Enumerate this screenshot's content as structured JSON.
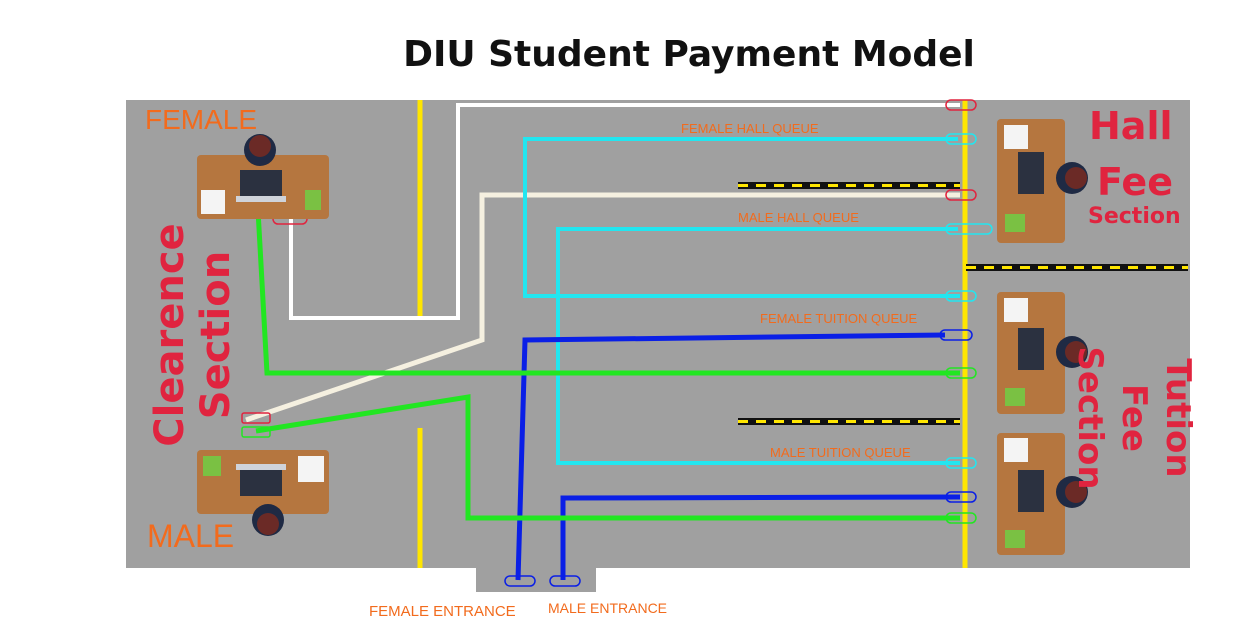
{
  "title": "DIU Student Payment Model",
  "labels": {
    "female_desk": "FEMALE",
    "male_desk": "MALE",
    "clearance_section": "Clearence Section",
    "hall_fee_1": "Hall",
    "hall_fee_2": "Fee",
    "hall_fee_3": "Section",
    "tuition_fee": "Tution Fee Section",
    "female_hall_queue": "FEMALE HALL QUEUE",
    "male_hall_queue": "MALE HALL QUEUE",
    "female_tuition_queue": "FEMALE TUITION QUEUE",
    "male_tuition_queue": "MALE TUITION QUEUE",
    "female_entrance": "FEMALE ENTRANCE",
    "male_entrance": "MALE ENTRANCE"
  },
  "colors": {
    "floor": "#a0a0a0",
    "female_hall_path": "#ffffff",
    "male_hall_path": "#f5f0e0",
    "hall_queue": "#22e6f0",
    "tuition_queue": "#0a1fe6",
    "clearance_path": "#22e622",
    "marker_line": "#ffe600",
    "desk": "#b5763f",
    "label_orange": "#f26b1d",
    "label_red": "#e0243f"
  }
}
